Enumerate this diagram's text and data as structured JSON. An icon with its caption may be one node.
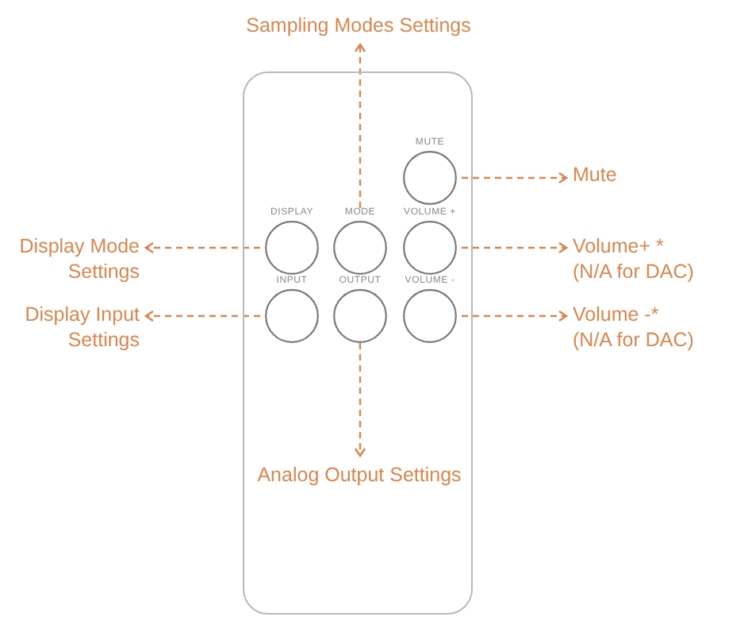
{
  "diagram": {
    "nodes": [
      {
        "text": [
          "Sampling Modes Settings"
        ]
      },
      {
        "text": [],
        "shape": "box"
      },
      {
        "text": [
          "MUTE"
        ],
        "in": 1
      },
      {
        "text": [
          "Mute"
        ]
      },
      {
        "text": [
          "Display Mode Settings"
        ]
      },
      {
        "text": [
          "DISPLAY"
        ],
        "in": 1
      },
      {
        "text": [
          "MODE"
        ],
        "in": 1
      },
      {
        "text": [
          "VOLUME +"
        ],
        "in": 1
      },
      {
        "text": [
          "Volume+ *",
          "(N/A for DAC)"
        ]
      },
      {
        "text": [
          "Display Input Settings"
        ]
      },
      {
        "text": [
          "INPUT"
        ],
        "in": 1
      },
      {
        "text": [
          "OUTPUT"
        ],
        "in": 1
      },
      {
        "text": [
          "VOLUME -"
        ],
        "in": 1
      },
      {
        "text": [
          "Volume -*",
          "(N/A for DAC)"
        ]
      },
      {
        "text": [
          "Analog Output Settings"
        ],
        "in": 1
      }
    ],
    "edges": [
      {
        "from": 6,
        "to": 0,
        "arrow": "to",
        "style": "dashed"
      },
      {
        "from": 2,
        "to": 3,
        "arrow": "to",
        "style": "dashed"
      },
      {
        "from": 5,
        "to": 4,
        "arrow": "to",
        "style": "dashed"
      },
      {
        "from": 7,
        "to": 8,
        "arrow": "to",
        "style": "dashed"
      },
      {
        "from": 10,
        "to": 9,
        "arrow": "to",
        "style": "dashed"
      },
      {
        "from": 12,
        "to": 13,
        "arrow": "to",
        "style": "dashed"
      },
      {
        "from": 11,
        "to": 14,
        "arrow": "to",
        "style": "dashed"
      }
    ]
  }
}
